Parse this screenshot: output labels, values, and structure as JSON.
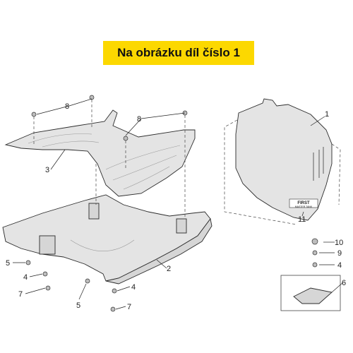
{
  "banner": {
    "text": "Na obrázku díl číslo 1"
  },
  "labels": {
    "p1": "1",
    "p2": "2",
    "p3": "3",
    "p4a": "4",
    "p4b": "4",
    "p4c": "4",
    "p5a": "5",
    "p5b": "5",
    "p6": "6",
    "p7a": "7",
    "p7b": "7",
    "p8a": "8",
    "p8b": "8",
    "p9": "9",
    "p10": "10",
    "p11": "11"
  },
  "sticker": {
    "line1": "FIRST",
    "line2": "MASTER TANK"
  },
  "colors": {
    "banner": "#fcd800",
    "part_fill": "#e4e4e4",
    "line": "#2b2b2b"
  }
}
